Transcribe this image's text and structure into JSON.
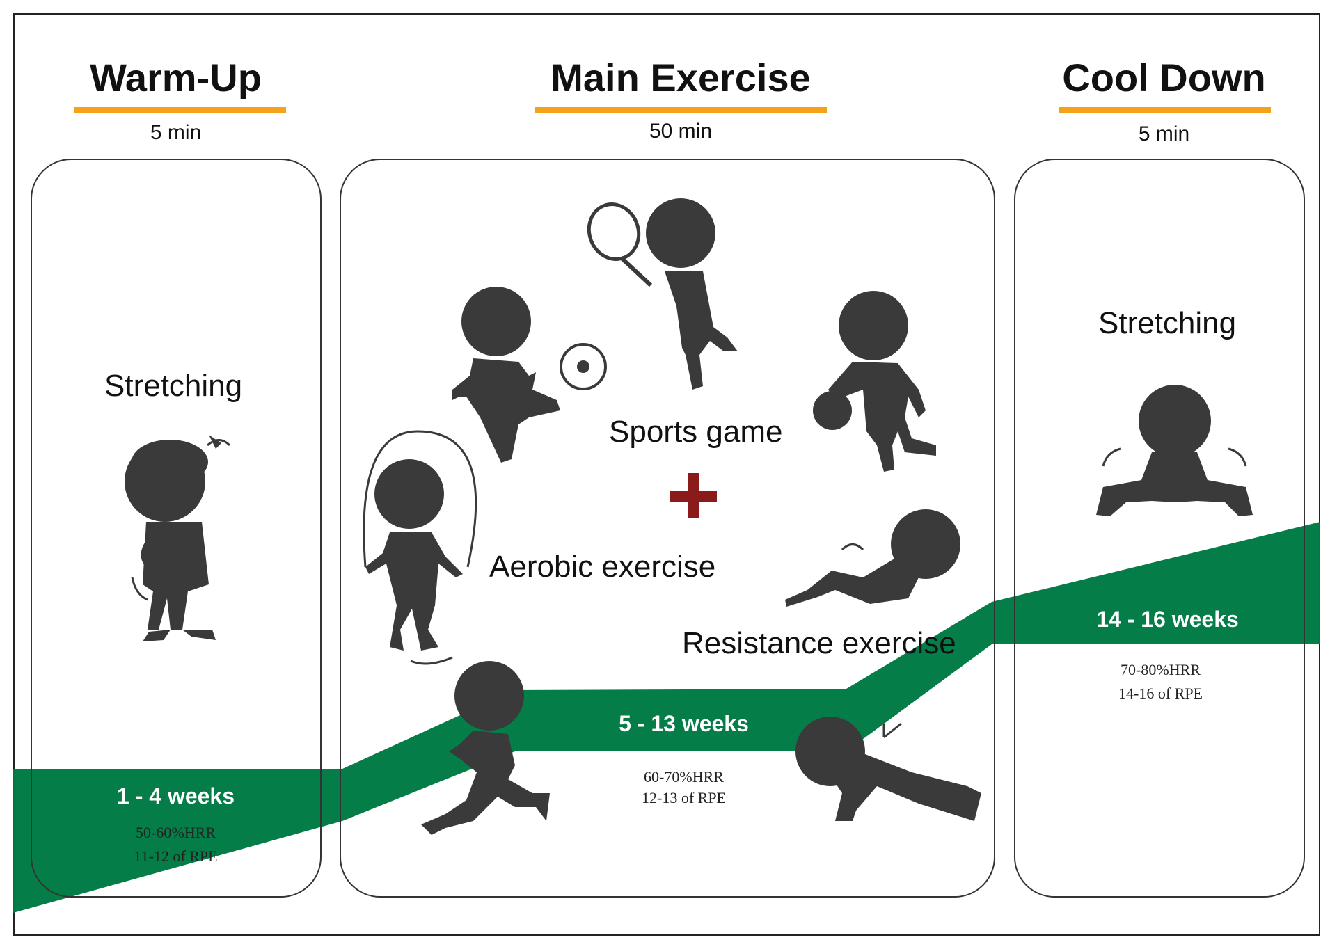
{
  "phases": {
    "warmup": {
      "title": "Warm-Up",
      "duration": "5 min",
      "activity": "Stretching"
    },
    "main": {
      "title": "Main Exercise",
      "duration": "50 min",
      "activities": {
        "sports": "Sports game",
        "aerobic": "Aerobic exercise",
        "resistance": "Resistance exercise"
      }
    },
    "cooldown": {
      "title": "Cool Down",
      "duration": "5 min",
      "activity": "Stretching"
    }
  },
  "progression": [
    {
      "weeks": "1 - 4 weeks",
      "hrr": "50-60%HRR",
      "rpe": "11-12 of RPE"
    },
    {
      "weeks": "5 - 13 weeks",
      "hrr": "60-70%HRR",
      "rpe": "12-13 of RPE"
    },
    {
      "weeks": "14 - 16 weeks",
      "hrr": "70-80%HRR",
      "rpe": "14-16 of RPE"
    }
  ],
  "colors": {
    "band": "#007a45",
    "underline": "#f5a21b",
    "plus": "#8b1a1a",
    "figure": "#3a3a3a"
  },
  "icons": [
    "plus-icon",
    "tennis-player-icon",
    "soccer-player-icon",
    "basketball-player-icon",
    "jump-rope-icon",
    "sit-up-icon",
    "runner-icon",
    "push-up-icon",
    "stretching-kid-icon",
    "seated-stretch-icon"
  ]
}
